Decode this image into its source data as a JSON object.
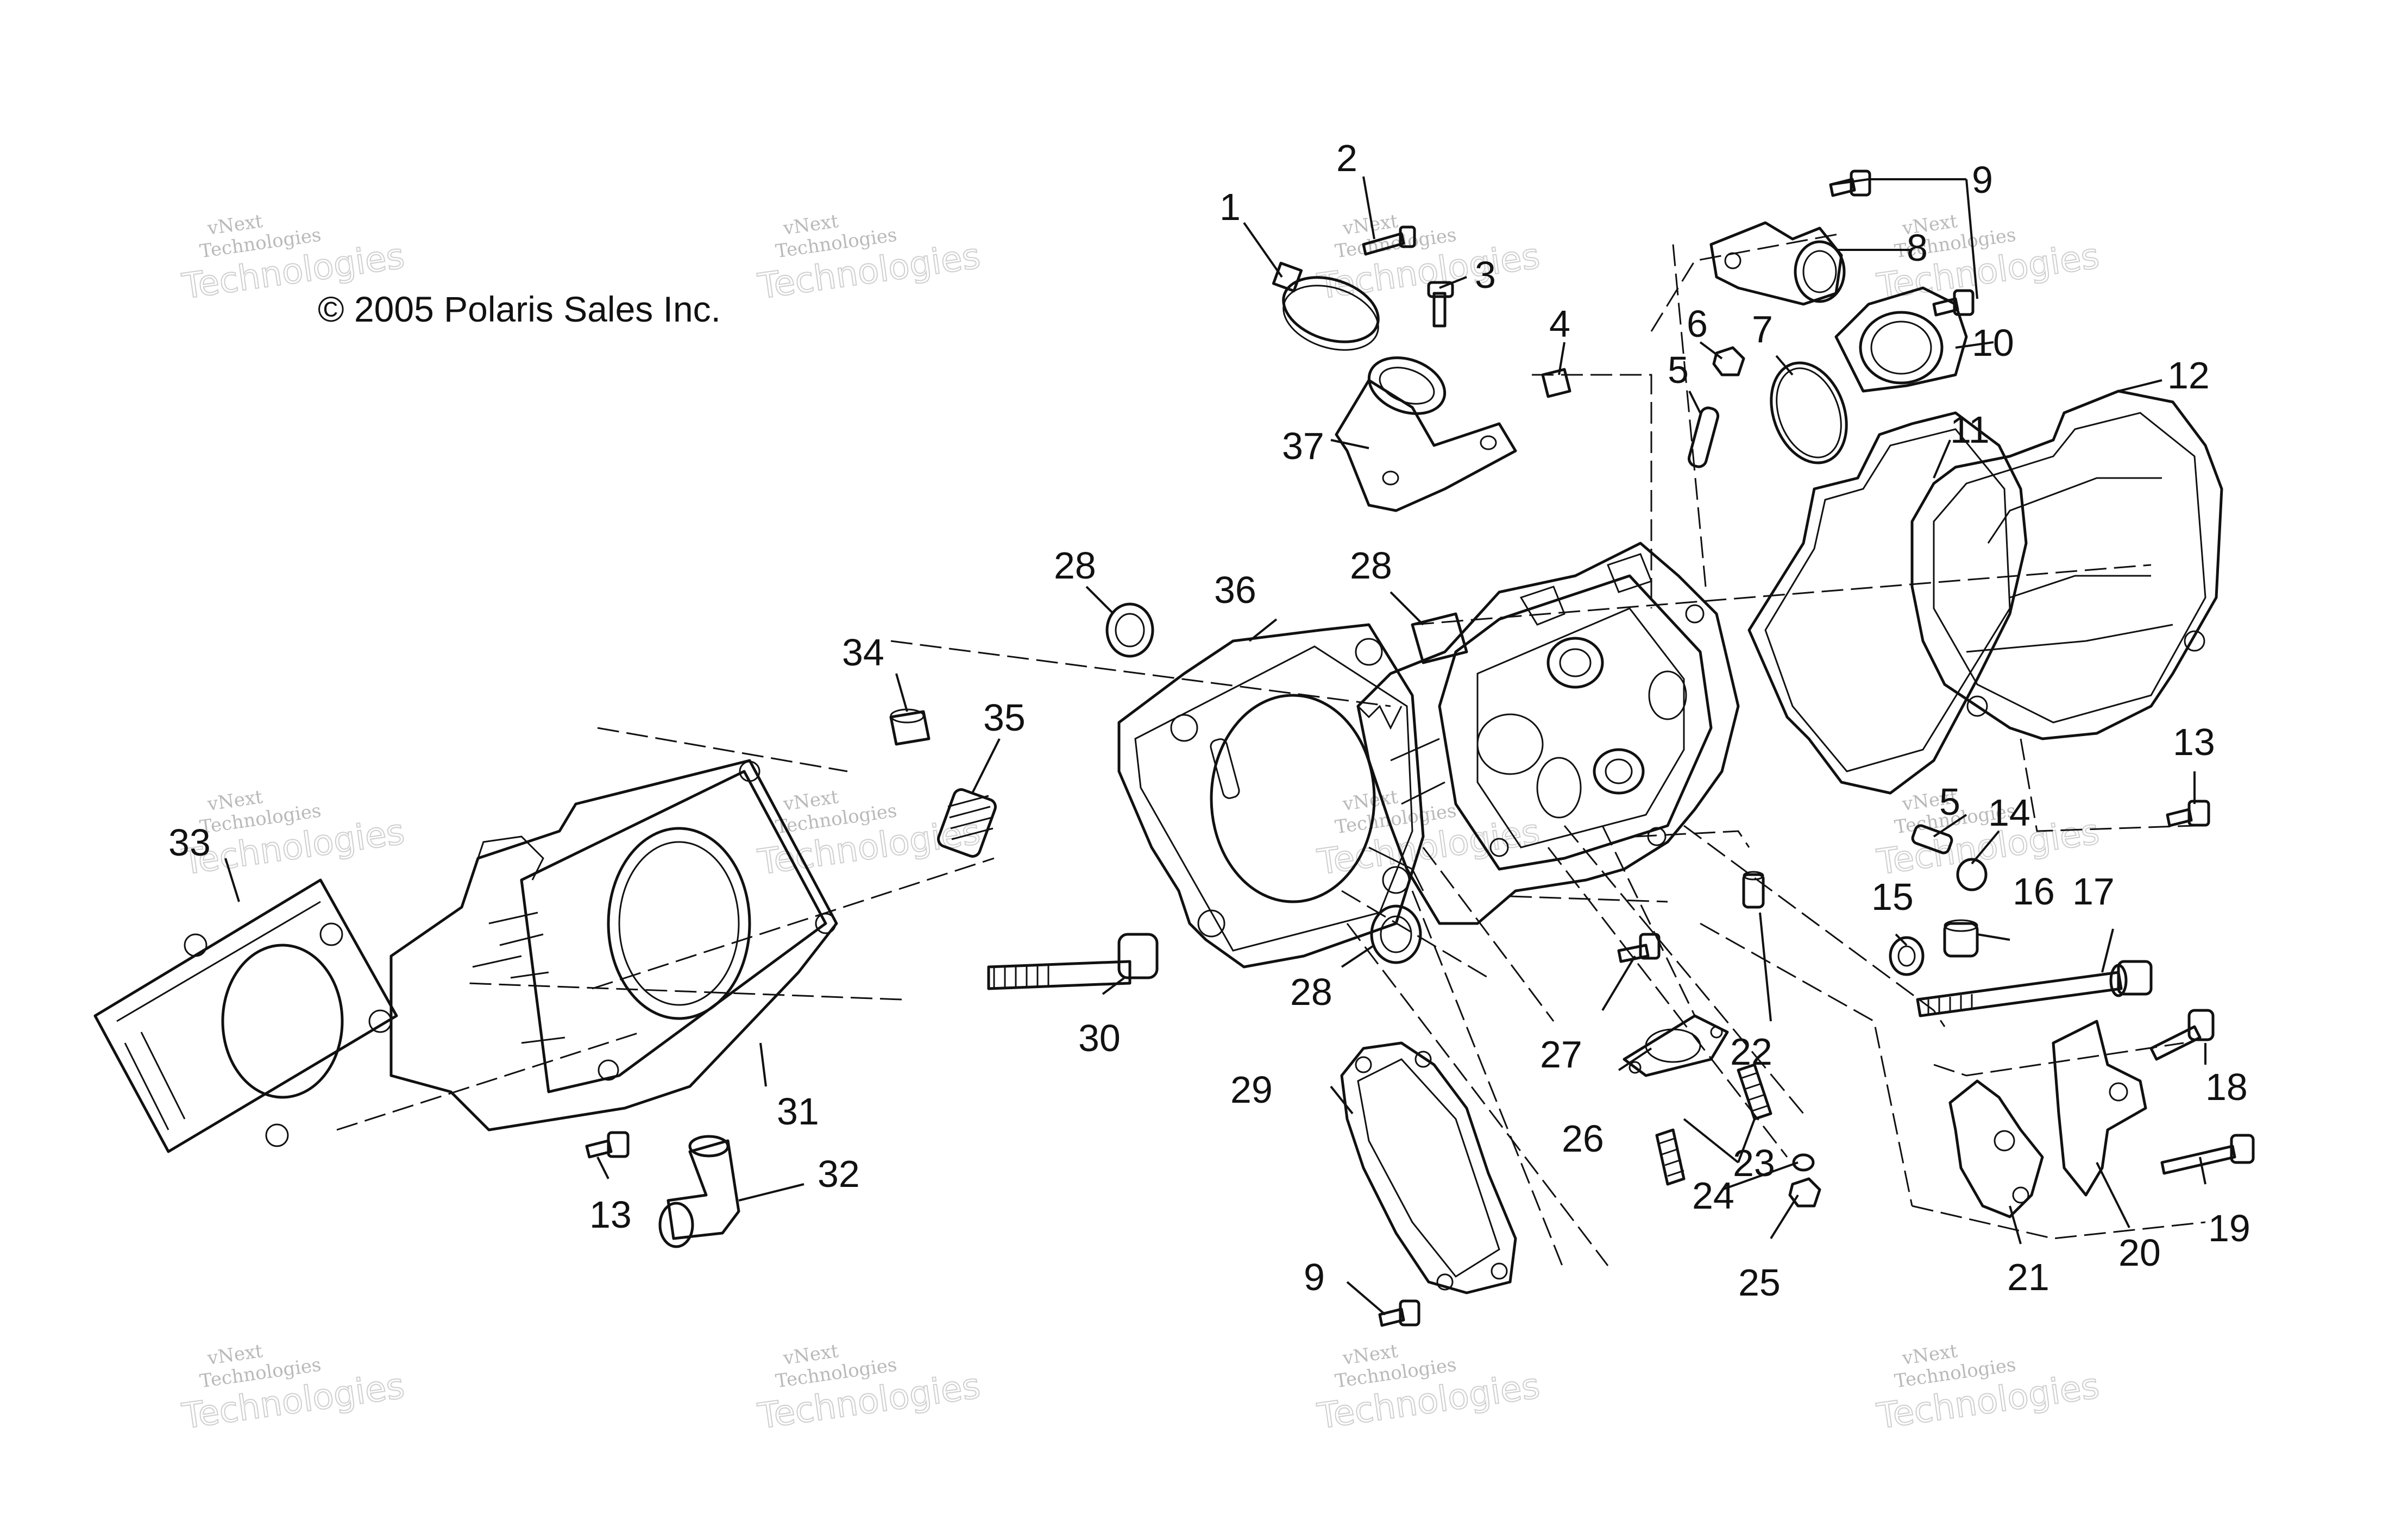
{
  "copyright": "© 2005 Polaris Sales Inc.",
  "watermark": {
    "line1": "vNext",
    "line2": "Technologies",
    "line3": "Technologies"
  },
  "callouts": {
    "c1": "1",
    "c2": "2",
    "c3": "3",
    "c4": "4",
    "c5a": "5",
    "c5b": "5",
    "c6": "6",
    "c7": "7",
    "c8": "8",
    "c9a": "9",
    "c9b": "9",
    "c10": "10",
    "c11": "11",
    "c12": "12",
    "c13a": "13",
    "c13b": "13",
    "c14": "14",
    "c15": "15",
    "c16": "16",
    "c17": "17",
    "c18": "18",
    "c19": "19",
    "c20": "20",
    "c21": "21",
    "c22": "22",
    "c23": "23",
    "c24": "24",
    "c25": "25",
    "c26": "26",
    "c27": "27",
    "c28a": "28",
    "c28b": "28",
    "c28c": "28",
    "c29": "29",
    "c30": "30",
    "c31": "31",
    "c32": "32",
    "c33": "33",
    "c34": "34",
    "c35": "35",
    "c36": "36",
    "c37": "37"
  }
}
